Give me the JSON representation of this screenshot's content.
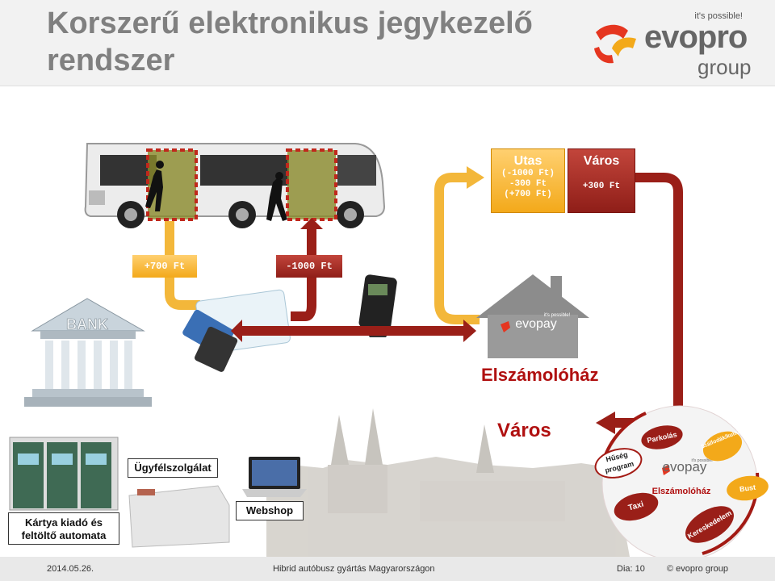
{
  "slide": {
    "title": "Korszerű elektronikus jegykezelő rendszer",
    "logo": {
      "tagline": "it's possible!",
      "brand": "evopro",
      "sub": "group"
    }
  },
  "flow": {
    "utas": {
      "label": "Utas",
      "lines": [
        "(-1000 Ft)",
        "-300 Ft",
        "(+700 Ft)"
      ]
    },
    "varos": {
      "label": "Város",
      "amount": "+300 Ft"
    },
    "plus700": "+700 Ft",
    "minus1000": "-1000 Ft"
  },
  "labels": {
    "bank": "BANK",
    "evopay": "evopay",
    "evopay_tagline": "it's possible!",
    "elszamolohaz": "Elszámolóház",
    "varos": "Város",
    "ugyfelszolgalat": "Ügyfélszolgálat",
    "webshop": "Webshop",
    "kartya_line1": "Kártya kiadó és",
    "kartya_line2": "feltöltő automata"
  },
  "services": {
    "center_brand": "evopay",
    "center_tagline": "it's possible!",
    "center_label": "Elszámolóház",
    "items": [
      "Parkolás",
      "Szállodák/kultúr...",
      "Hűség program",
      "Bust",
      "Taxi",
      "Kereskedelem"
    ]
  },
  "footer": {
    "date": "2014.05.26.",
    "center": "Hibrid autóbusz gyártás Magyarországon",
    "slide_label": "Dia:",
    "slide_number": "10",
    "copyright": "© evopro group"
  },
  "colors": {
    "orange": "#f3a91a",
    "darkred": "#8f1e18",
    "red": "#b01010",
    "title_gray": "#808080"
  }
}
